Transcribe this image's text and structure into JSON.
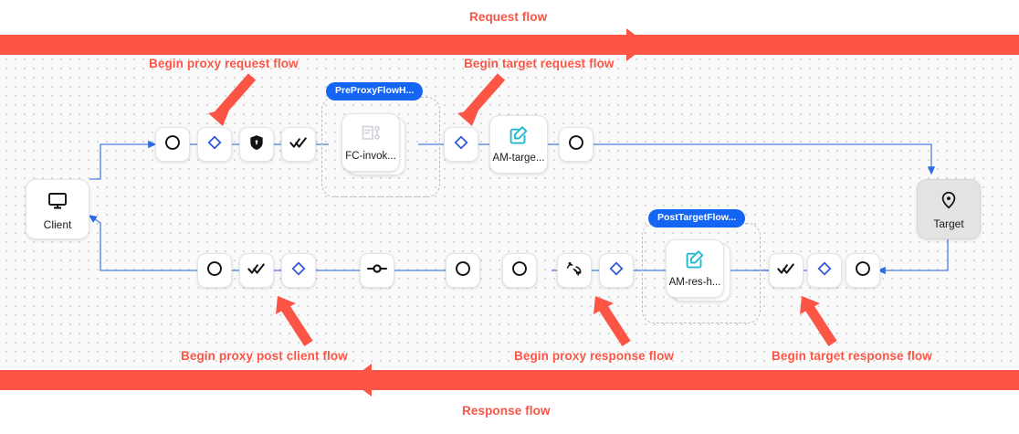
{
  "flow_bars": {
    "request_label": "Request flow",
    "response_label": "Response flow",
    "color": "#fc5545"
  },
  "annotations": [
    {
      "id": "begin-proxy-request-flow",
      "text": "Begin proxy request flow"
    },
    {
      "id": "begin-target-request-flow",
      "text": "Begin target request flow"
    },
    {
      "id": "begin-proxy-post-client-flow",
      "text": "Begin proxy post client flow"
    },
    {
      "id": "begin-proxy-response-flow",
      "text": "Begin proxy response flow"
    },
    {
      "id": "begin-target-response-flow",
      "text": "Begin target response flow"
    }
  ],
  "endpoints": {
    "client": {
      "label": "Client",
      "icon": "monitor-icon"
    },
    "target": {
      "label": "Target",
      "icon": "map-pin-icon"
    }
  },
  "groups": [
    {
      "id": "preproxyflowhook",
      "badge": "PreProxyFlowH...",
      "node_label": "FC-invok...",
      "node_icon": "flow-callout-icon"
    },
    {
      "id": "posttargetflowhook",
      "badge": "PostTargetFlow...",
      "node_label": "AM-res-h...",
      "node_icon": "edit-pencil-icon"
    }
  ],
  "policies": [
    {
      "id": "am-target",
      "label": "AM-targe...",
      "icon": "edit-pencil-icon",
      "icon_color": "#22b8cf"
    }
  ],
  "request_row_nodes": [
    {
      "id": "req-n1",
      "icon": "circle-icon"
    },
    {
      "id": "req-n2",
      "icon": "diamond-icon"
    },
    {
      "id": "req-n3",
      "icon": "shield-lock-icon"
    },
    {
      "id": "req-n4",
      "icon": "double-check-icon"
    },
    {
      "id": "req-n5",
      "icon": "diamond-icon"
    },
    {
      "id": "req-n6",
      "icon": "circle-icon"
    }
  ],
  "response_row_nodes": [
    {
      "id": "res-n1",
      "icon": "circle-icon"
    },
    {
      "id": "res-n2",
      "icon": "double-check-icon"
    },
    {
      "id": "res-n3",
      "icon": "diamond-icon"
    },
    {
      "id": "res-n4",
      "icon": "node-point-icon"
    },
    {
      "id": "res-n5",
      "icon": "circle-icon"
    },
    {
      "id": "res-n6",
      "icon": "circle-icon"
    },
    {
      "id": "res-n7",
      "icon": "broadcast-icon"
    },
    {
      "id": "res-n8",
      "icon": "diamond-icon"
    },
    {
      "id": "res-n9",
      "icon": "double-check-icon"
    },
    {
      "id": "res-n10",
      "icon": "diamond-icon"
    },
    {
      "id": "res-n11",
      "icon": "circle-icon"
    }
  ],
  "colors": {
    "accent_red": "#fc5545",
    "link_blue": "#4a7fe0",
    "badge_blue": "#1565f5",
    "diamond_blue": "#2b58d8",
    "cyan": "#22b8cf",
    "canvas_bg": "#fafafa"
  }
}
